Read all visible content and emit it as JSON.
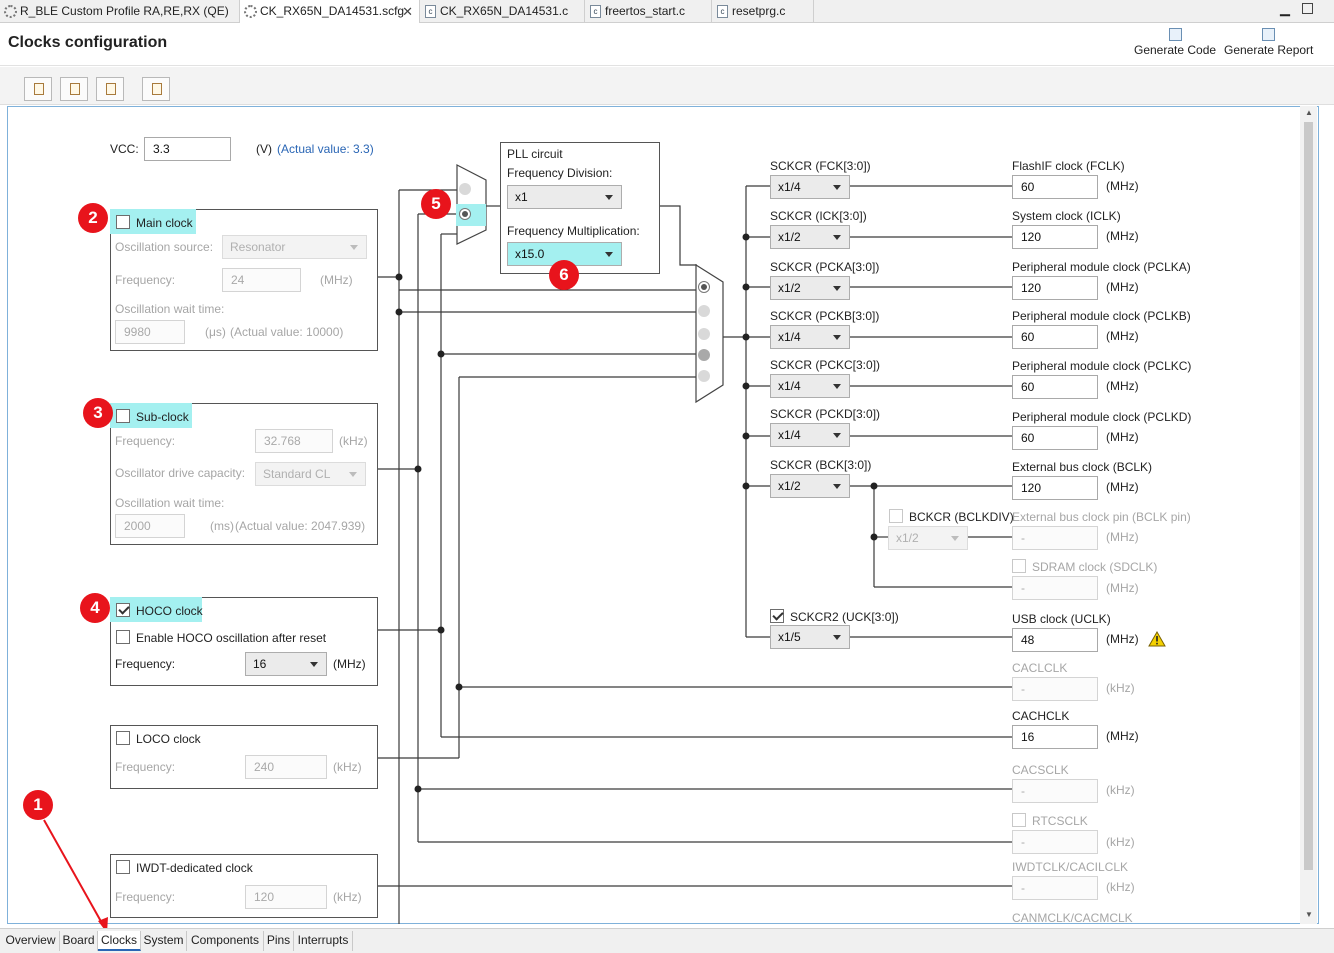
{
  "editor_tabs": [
    {
      "label": "R_BLE Custom Profile RA,RE,RX (QE)",
      "icon": "settings-icon"
    },
    {
      "label": "CK_RX65N_DA14531.scfg",
      "icon": "gear-icon",
      "close": "✕"
    },
    {
      "label": "CK_RX65N_DA14531.c",
      "icon": "c-file-icon"
    },
    {
      "label": "freertos_start.c",
      "icon": "c-file-icon"
    },
    {
      "label": "resetprg.c",
      "icon": "c-file-icon"
    }
  ],
  "header": {
    "title": "Clocks configuration",
    "generate_code": "Generate Code",
    "generate_report": "Generate Report"
  },
  "vcc": {
    "label": "VCC:",
    "value": "3.3",
    "unit": "(V)",
    "actual": "(Actual value: 3.3)"
  },
  "main_clock": {
    "label": "Main clock",
    "osc_source_label": "Oscillation source:",
    "osc_source_value": "Resonator",
    "freq_label": "Frequency:",
    "freq_value": "24",
    "freq_unit": "(MHz)",
    "wait_label": "Oscillation wait time:",
    "wait_value": "9980",
    "wait_unit": "(μs)",
    "wait_actual": "(Actual value: 10000)"
  },
  "sub_clock": {
    "label": "Sub-clock",
    "freq_label": "Frequency:",
    "freq_value": "32.768",
    "freq_unit": "(kHz)",
    "drive_label": "Oscillator drive capacity:",
    "drive_value": "Standard CL",
    "wait_label": "Oscillation wait time:",
    "wait_value": "2000",
    "wait_unit": "(ms)",
    "wait_actual": "(Actual value: 2047.939)"
  },
  "hoco_clock": {
    "label": "HOCO clock",
    "enable_label": "Enable HOCO oscillation after reset",
    "freq_label": "Frequency:",
    "freq_value": "16",
    "freq_unit": "(MHz)"
  },
  "loco_clock": {
    "label": "LOCO clock",
    "freq_label": "Frequency:",
    "freq_value": "240",
    "freq_unit": "(kHz)"
  },
  "iwdt_clock": {
    "label": "IWDT-dedicated clock",
    "freq_label": "Frequency:",
    "freq_value": "120",
    "freq_unit": "(kHz)"
  },
  "pll": {
    "title": "PLL circuit",
    "div_label": "Frequency Division:",
    "div_value": "x1",
    "mul_label": "Frequency Multiplication:",
    "mul_value": "x15.0"
  },
  "dividers": [
    {
      "label": "SCKCR (FCK[3:0])",
      "value": "x1/4"
    },
    {
      "label": "SCKCR (ICK[3:0])",
      "value": "x1/2"
    },
    {
      "label": "SCKCR (PCKA[3:0])",
      "value": "x1/2"
    },
    {
      "label": "SCKCR (PCKB[3:0])",
      "value": "x1/4"
    },
    {
      "label": "SCKCR (PCKC[3:0])",
      "value": "x1/4"
    },
    {
      "label": "SCKCR (PCKD[3:0])",
      "value": "x1/4"
    },
    {
      "label": "SCKCR (BCK[3:0])",
      "value": "x1/2"
    }
  ],
  "bckcr": {
    "label": "BCKCR (BCLKDIV)",
    "value": "x1/2"
  },
  "sckcr2": {
    "label": "SCKCR2 (UCK[3:0])",
    "value": "x1/5"
  },
  "outputs": [
    {
      "label": "FlashIF clock (FCLK)",
      "value": "60",
      "unit": "(MHz)"
    },
    {
      "label": "System clock (ICLK)",
      "value": "120",
      "unit": "(MHz)"
    },
    {
      "label": "Peripheral module clock (PCLKA)",
      "value": "120",
      "unit": "(MHz)"
    },
    {
      "label": "Peripheral module clock (PCLKB)",
      "value": "60",
      "unit": "(MHz)"
    },
    {
      "label": "Peripheral module clock (PCLKC)",
      "value": "60",
      "unit": "(MHz)"
    },
    {
      "label": "Peripheral module clock (PCLKD)",
      "value": "60",
      "unit": "(MHz)"
    },
    {
      "label": "External bus clock (BCLK)",
      "value": "120",
      "unit": "(MHz)"
    },
    {
      "label": "External bus clock pin (BCLK pin)",
      "value": "-",
      "unit": "(MHz)"
    },
    {
      "label": "SDRAM clock (SDCLK)",
      "value": "-",
      "unit": "(MHz)"
    },
    {
      "label": "USB clock (UCLK)",
      "value": "48",
      "unit": "(MHz)"
    },
    {
      "label": "CACLCLK",
      "value": "-",
      "unit": "(kHz)"
    },
    {
      "label": "CACHCLK",
      "value": "16",
      "unit": "(MHz)"
    },
    {
      "label": "CACSCLK",
      "value": "-",
      "unit": "(kHz)"
    },
    {
      "label": "RTCSCLK",
      "value": "-",
      "unit": "(kHz)"
    },
    {
      "label": "IWDTCLK/CACILCLK",
      "value": "-",
      "unit": "(kHz)"
    },
    {
      "label": "CANMCLK/CACMCLK"
    }
  ],
  "badges": [
    "1",
    "2",
    "3",
    "4",
    "5",
    "6"
  ],
  "bottom_tabs": [
    "Overview",
    "Board",
    "Clocks",
    "System",
    "Components",
    "Pins",
    "Interrupts"
  ],
  "colors": {
    "highlight": "#a4f0f0",
    "badge": "#e8141c",
    "link": "#2a66b5"
  }
}
